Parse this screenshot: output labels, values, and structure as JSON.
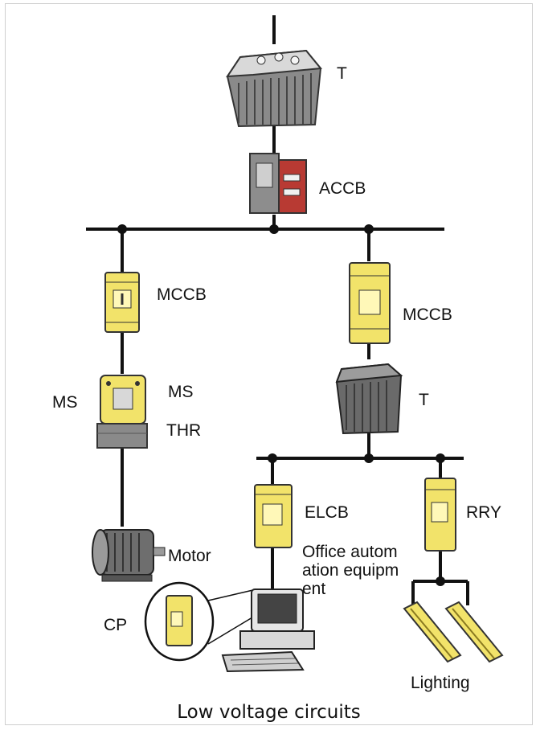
{
  "labels": {
    "transformer_top": "T",
    "accb": "ACCB",
    "mccb_left": "MCCB",
    "mccb_right": "MCCB",
    "ms_left": "MS",
    "ms_right": "MS",
    "thr": "THR",
    "transformer_right": "T",
    "elcb": "ELCB",
    "rry": "RRY",
    "motor": "Motor",
    "office": "Office automation equipment",
    "cp": "CP",
    "lighting": "Lighting"
  },
  "caption": "Low voltage circuits",
  "colors": {
    "line": "#111111",
    "breaker": "#f2e36a",
    "accb": "#b83a33",
    "transformer": "#6a6a6a"
  }
}
